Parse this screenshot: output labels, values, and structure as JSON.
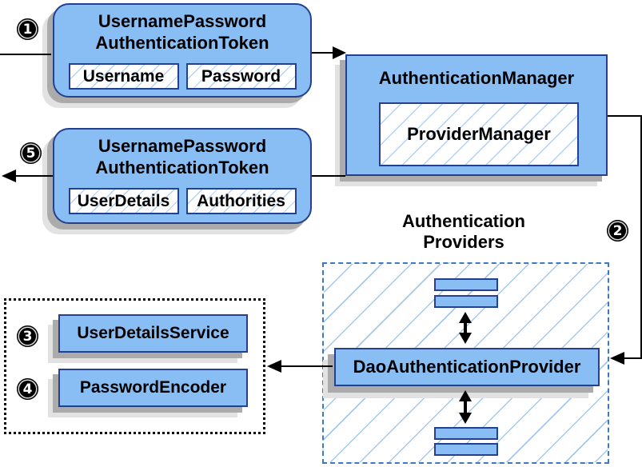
{
  "steps": {
    "s1": "1",
    "s2": "2",
    "s3": "3",
    "s4": "4",
    "s5": "5"
  },
  "token_request": {
    "title_line1": "UsernamePassword",
    "title_line2": "AuthenticationToken",
    "fields": [
      "Username",
      "Password"
    ]
  },
  "token_response": {
    "title_line1": "UsernamePassword",
    "title_line2": "AuthenticationToken",
    "fields": [
      "UserDetails",
      "Authorities"
    ]
  },
  "authentication_manager": {
    "title": "AuthenticationManager",
    "inner_box": "ProviderManager"
  },
  "providers_group": {
    "label_line1": "Authentication",
    "label_line2": "Providers",
    "provider_box": "DaoAuthenticationProvider"
  },
  "services": {
    "user_details_service": "UserDetailsService",
    "password_encoder": "PasswordEncoder"
  },
  "colors": {
    "box_fill": "#89BEF5",
    "box_border": "#24408E",
    "hatch_line": "#A4C9EC",
    "dashed_border": "#3E78BE",
    "dotted_border": "#000000",
    "shadow1": "#ABABAB",
    "shadow2": "#E2E2E2",
    "arrow": "#000000",
    "badge_bg": "#000000",
    "badge_fg": "#FFFFFF",
    "bg": "#FFFFFF"
  }
}
